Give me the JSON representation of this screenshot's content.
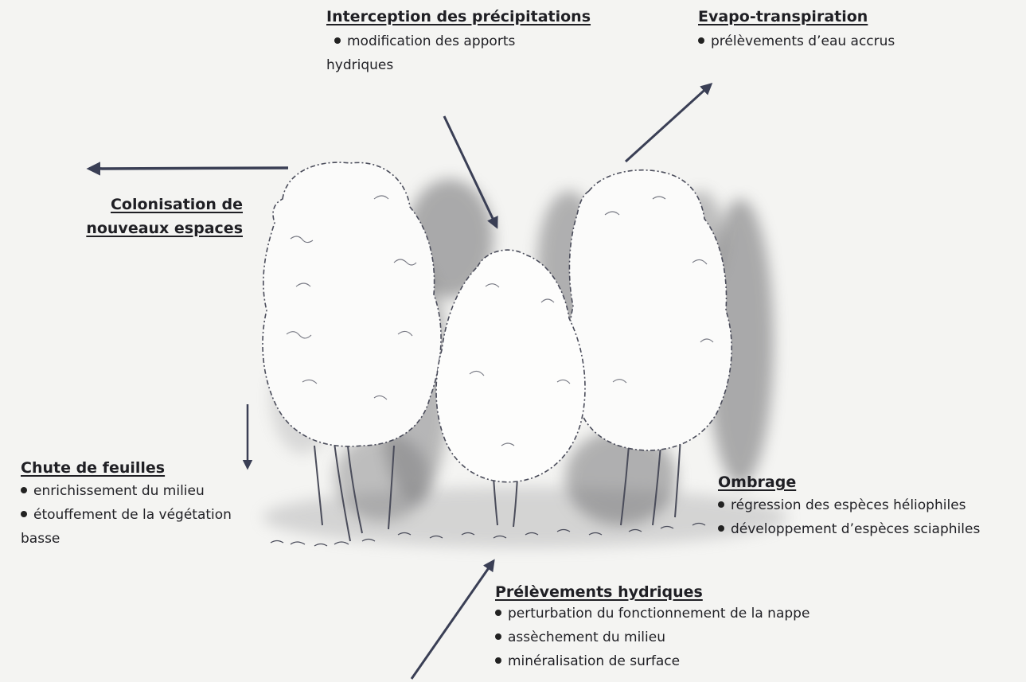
{
  "labels": {
    "interception": {
      "title": "Interception des précipitations",
      "items": [
        "modification des apports"
      ],
      "continuation": "hydriques"
    },
    "evapo": {
      "title": "Evapo-transpiration",
      "items": [
        "prélèvements d’eau accrus"
      ]
    },
    "colonisation": {
      "title_line1": "Colonisation de",
      "title_line2": "nouveaux espaces"
    },
    "chute": {
      "title": "Chute de feuilles",
      "items": [
        "enrichissement du milieu",
        "étouffement de la végétation"
      ],
      "continuation": "basse"
    },
    "ombrage": {
      "title": "Ombrage",
      "items": [
        "régression des espèces héliophiles",
        "développement d’espèces sciaphiles"
      ]
    },
    "prelevements": {
      "title": "Prélèvements hydriques",
      "items": [
        "perturbation du fonctionnement de la nappe",
        "assèchement du milieu",
        "minéralisation de surface"
      ]
    }
  },
  "colors": {
    "paper": "#f4f4f2",
    "ink": "#1f1f24",
    "arrow": "#3a3f55",
    "tree_shadow": "#6d6d70"
  }
}
